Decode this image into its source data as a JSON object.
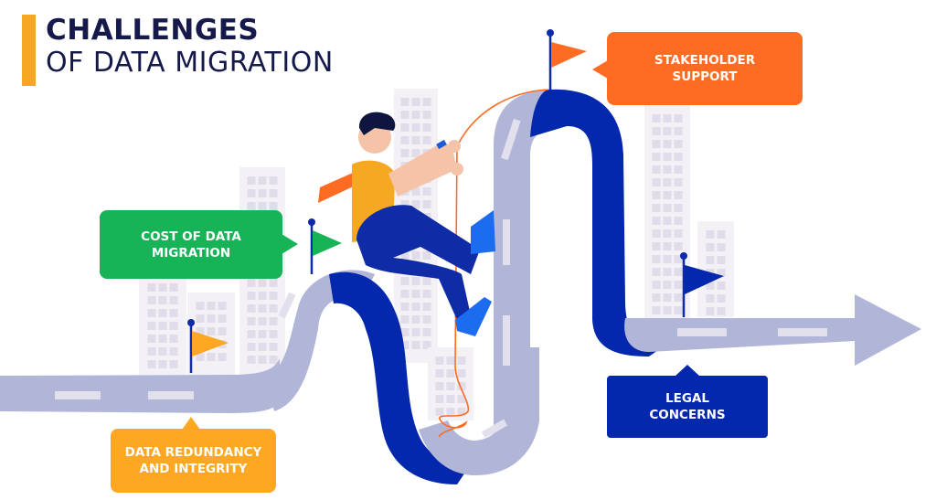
{
  "title": {
    "line1": "CHALLENGES",
    "line2": "OF DATA MIGRATION"
  },
  "callouts": [
    {
      "id": "stakeholder-support",
      "lines": [
        "STAKEHOLDER",
        "SUPPORT"
      ],
      "color": "#fe6c24"
    },
    {
      "id": "cost-of-data-migration",
      "lines": [
        "COST OF DATA",
        "MIGRATION"
      ],
      "color": "#16b457"
    },
    {
      "id": "data-redundancy",
      "lines": [
        "DATA REDUNDANCY",
        "AND INTEGRITY"
      ],
      "color": "#fda723"
    },
    {
      "id": "legal-concerns",
      "lines": [
        "LEGAL",
        "CONCERNS"
      ],
      "color": "#0328ad"
    }
  ],
  "flags": [
    {
      "name": "orange-flag",
      "color": "#fda723"
    },
    {
      "name": "green-flag",
      "color": "#16b457"
    },
    {
      "name": "red-flag",
      "color": "#fe6c24"
    },
    {
      "name": "blue-flag",
      "color": "#0328ad"
    }
  ],
  "colors": {
    "title_text": "#151a4a",
    "title_accent": "#f6a823",
    "road": "#b1b6d8",
    "road_dark": "#0328ad",
    "road_dash": "#e3e0ee",
    "building": "#f3f1f6",
    "window": "#e0dcea",
    "pole": "#0d2aa8",
    "rope": "#fe6c24"
  }
}
